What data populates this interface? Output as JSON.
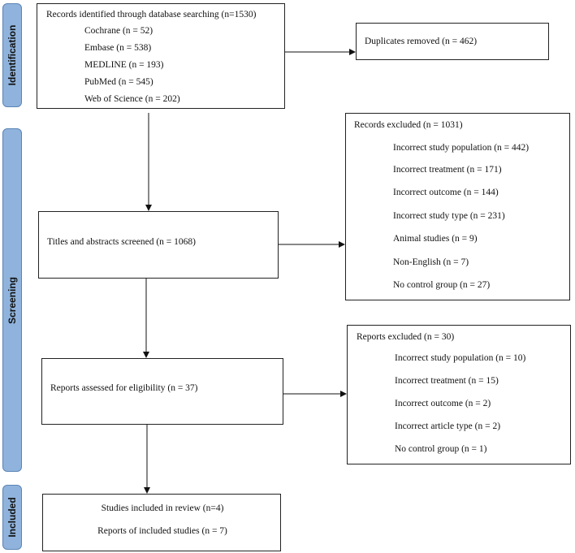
{
  "phases": {
    "identification": "Identification",
    "screening": "Screening",
    "included": "Included"
  },
  "identification": {
    "title": "Records identified through database searching (n=1530)",
    "sources": [
      "Cochrane (n = 52)",
      "Embase (n = 538)",
      "MEDLINE (n = 193)",
      "PubMed (n = 545)",
      "Web of Science (n = 202)"
    ],
    "duplicates": "Duplicates removed (n = 462)"
  },
  "screening": {
    "titles_abstracts": "Titles and abstracts screened (n = 1068)",
    "records_excluded": {
      "title": "Records excluded (n = 1031)",
      "items": [
        "Incorrect study population (n = 442)",
        "Incorrect treatment (n = 171)",
        "Incorrect outcome (n = 144)",
        "Incorrect study type (n = 231)",
        "Animal studies (n = 9)",
        "Non-English (n = 7)",
        "No control group (n = 27)"
      ]
    },
    "eligibility": "Reports assessed for eligibility (n = 37)",
    "reports_excluded": {
      "title": "Reports excluded (n = 30)",
      "items": [
        "Incorrect study population (n = 10)",
        "Incorrect treatment (n = 15)",
        "Incorrect outcome (n = 2)",
        "Incorrect article type (n = 2)",
        "No control group (n = 1)"
      ]
    }
  },
  "included": {
    "studies": "Studies included in review (n=4)",
    "reports": "Reports of included studies (n = 7)"
  }
}
